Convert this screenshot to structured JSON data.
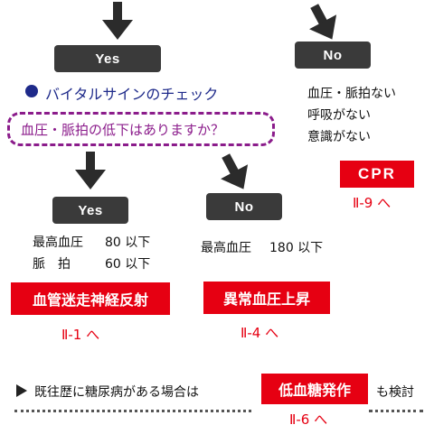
{
  "left_branch": {
    "yes_label": "Yes",
    "heading": "バイタルサインのチェック",
    "question": "血圧・脈拍の低下はありますか？",
    "sub_yes": {
      "label": "Yes",
      "line1_label": "最高血圧",
      "line1_value": "80 以下",
      "line2_label": "脈　拍",
      "line2_value": "60 以下",
      "diagnosis": "血管迷走神経反射",
      "ref": "Ⅱ-1 へ"
    },
    "sub_no": {
      "label": "No",
      "line1_label": "最高血圧",
      "line1_value": "180 以下",
      "diagnosis": "異常血圧上昇",
      "ref": "Ⅱ-4 へ"
    }
  },
  "right_branch": {
    "no_label": "No",
    "lines": [
      "血圧・脈拍ない",
      "呼吸がない",
      "意識がない"
    ],
    "action": "CPR",
    "ref": "Ⅱ-9 へ"
  },
  "footer": {
    "prefix": "既往歴に糖尿病がある場合は",
    "highlight": "低血糖発作",
    "suffix": "も検討",
    "ref": "Ⅱ-6 へ"
  },
  "colors": {
    "red": "#e60012",
    "dark": "#3a3a3a",
    "purple": "#8b1c8b",
    "navy": "#1e2a8a"
  }
}
